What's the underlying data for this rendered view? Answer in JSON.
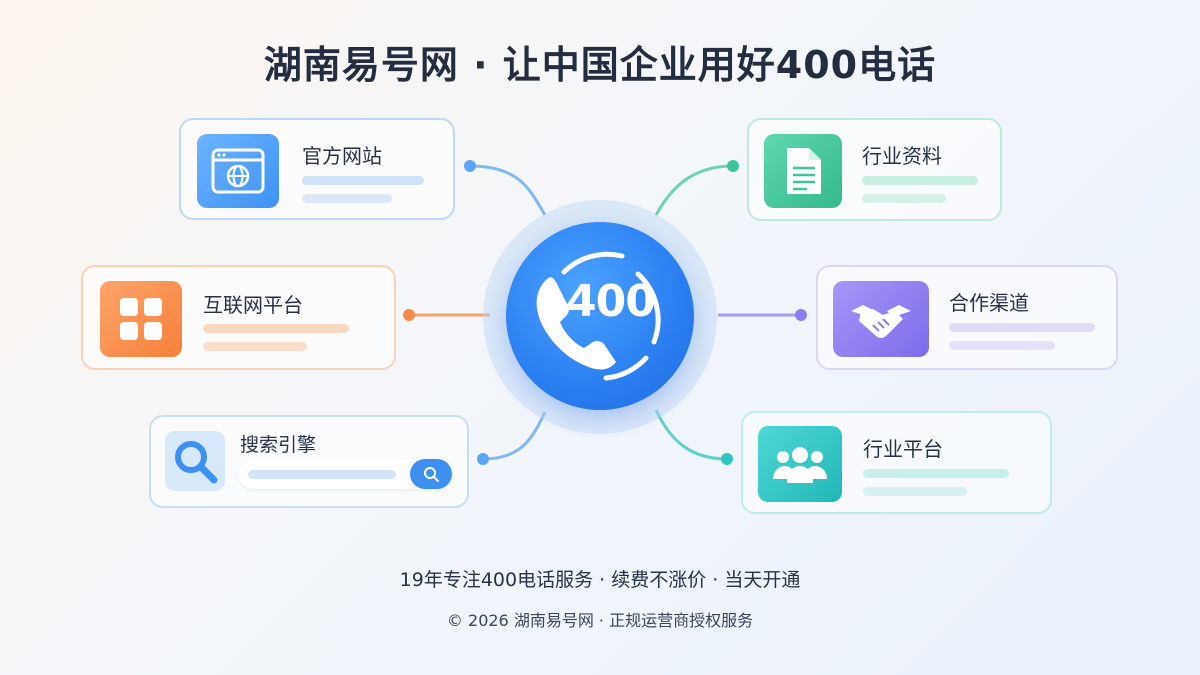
{
  "title": "湖南易号网 · 让中国企业用好400电话",
  "hub": {
    "label": "400",
    "icon": "phone-icon",
    "color": "#2b7ef0"
  },
  "nodes": {
    "website": {
      "label": "官方网站",
      "icon": "browser-globe-icon",
      "color": "#4a9af5"
    },
    "internet_platform": {
      "label": "互联网平台",
      "icon": "app-grid-icon",
      "color": "#f5894a"
    },
    "search_engine": {
      "label": "搜索引擎",
      "icon": "magnifier-icon",
      "color": "#3d8ff0"
    },
    "industry_info": {
      "label": "行业资料",
      "icon": "document-icon",
      "color": "#3dc49a"
    },
    "partner_channel": {
      "label": "合作渠道",
      "icon": "handshake-icon",
      "color": "#8b7cf0"
    },
    "industry_platform": {
      "label": "行业平台",
      "icon": "users-group-icon",
      "color": "#2ec4c4"
    }
  },
  "footer": {
    "tagline": "19年专注400电话服务 · 续费不涨价 · 当天开通",
    "copyright": "© 2026 湖南易号网 · 正规运营商授权服务"
  }
}
